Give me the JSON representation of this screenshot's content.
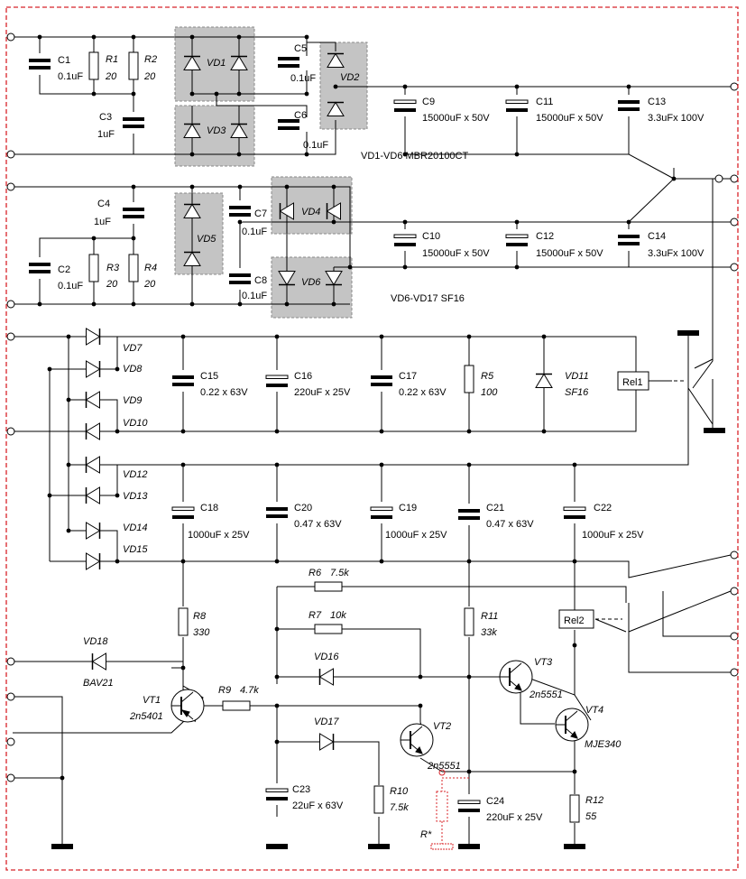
{
  "colors": {
    "wire": "#000000",
    "border": "#d8242a",
    "module": "#c4c4c4",
    "module_edge": "#8a8a8a",
    "rstar": "#d8242a"
  },
  "components": {
    "C1": {
      "ref": "C1",
      "value": "0.1uF"
    },
    "R1": {
      "ref": "R1",
      "value": "20"
    },
    "R2": {
      "ref": "R2",
      "value": "20"
    },
    "C3": {
      "ref": "C3",
      "value": "1uF"
    },
    "VD1": {
      "ref": "VD1"
    },
    "VD3": {
      "ref": "VD3"
    },
    "C5": {
      "ref": "C5",
      "value": "0.1uF"
    },
    "C6": {
      "ref": "C6",
      "value": "0.1uF"
    },
    "VD2": {
      "ref": "VD2"
    },
    "C9": {
      "ref": "C9",
      "value": "15000uF x 50V"
    },
    "C11": {
      "ref": "C11",
      "value": "15000uF x 50V"
    },
    "C13": {
      "ref": "C13",
      "value": "3.3uFx 100V"
    },
    "C4": {
      "ref": "C4",
      "value": "1uF"
    },
    "C2": {
      "ref": "C2",
      "value": "0.1uF"
    },
    "R3": {
      "ref": "R3",
      "value": "20"
    },
    "R4": {
      "ref": "R4",
      "value": "20"
    },
    "VD5": {
      "ref": "VD5"
    },
    "C7": {
      "ref": "C7",
      "value": "0.1uF"
    },
    "C8": {
      "ref": "C8",
      "value": "0.1uF"
    },
    "VD4": {
      "ref": "VD4"
    },
    "VD6": {
      "ref": "VD6"
    },
    "C10": {
      "ref": "C10",
      "value": "15000uF x 50V"
    },
    "C12": {
      "ref": "C12",
      "value": "15000uF x 50V"
    },
    "C14": {
      "ref": "C14",
      "value": "3.3uFx 100V"
    },
    "VD7": {
      "ref": "VD7"
    },
    "VD8": {
      "ref": "VD8"
    },
    "VD9": {
      "ref": "VD9"
    },
    "VD10": {
      "ref": "VD10"
    },
    "VD12": {
      "ref": "VD12"
    },
    "VD13": {
      "ref": "VD13"
    },
    "VD14": {
      "ref": "VD14"
    },
    "VD15": {
      "ref": "VD15"
    },
    "C15": {
      "ref": "C15",
      "value": "0.22 x 63V"
    },
    "C16": {
      "ref": "C16",
      "value": "220uF x 25V"
    },
    "C17": {
      "ref": "C17",
      "value": "0.22 x 63V"
    },
    "R5": {
      "ref": "R5",
      "value": "100"
    },
    "VD11": {
      "ref": "VD11",
      "value": "SF16"
    },
    "Rel1": {
      "ref": "Rel1"
    },
    "C18": {
      "ref": "C18",
      "value": "1000uF x 25V"
    },
    "C20": {
      "ref": "C20",
      "value": "0.47 x 63V"
    },
    "C19": {
      "ref": "C19",
      "value": "1000uF x 25V"
    },
    "C21": {
      "ref": "C21",
      "value": "0.47 x 63V"
    },
    "C22": {
      "ref": "C22",
      "value": "1000uF x 25V"
    },
    "R6": {
      "ref": "R6",
      "value": "7.5k"
    },
    "R7": {
      "ref": "R7",
      "value": "10k"
    },
    "R8": {
      "ref": "R8",
      "value": "330"
    },
    "R11": {
      "ref": "R11",
      "value": "33k"
    },
    "Rel2": {
      "ref": "Rel2"
    },
    "VD18": {
      "ref": "VD18",
      "value": "BAV21"
    },
    "VD16": {
      "ref": "VD16"
    },
    "VD17": {
      "ref": "VD17"
    },
    "VT1": {
      "ref": "VT1",
      "value": "2n5401"
    },
    "R9": {
      "ref": "R9",
      "value": "4.7k"
    },
    "VT2": {
      "ref": "VT2",
      "value": "2n5551"
    },
    "VT3": {
      "ref": "VT3",
      "value": "2n5551"
    },
    "VT4": {
      "ref": "VT4",
      "value": "MJE340"
    },
    "C23": {
      "ref": "C23",
      "value": "22uF x 63V"
    },
    "R10": {
      "ref": "R10",
      "value": "7.5k"
    },
    "Rstar": {
      "ref": "R*"
    },
    "C24": {
      "ref": "C24",
      "value": "220uF x 25V"
    },
    "R12": {
      "ref": "R12",
      "value": "55"
    }
  },
  "notes": {
    "vd_upper": "VD1-VD6 MBR20100CT",
    "vd_lower": "VD6-VD17  SF16"
  }
}
